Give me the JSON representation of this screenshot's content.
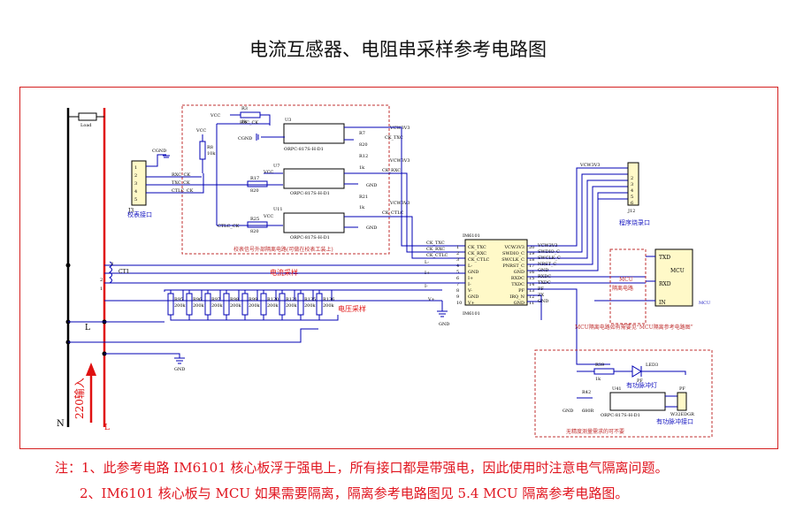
{
  "title": "电流互感器、电阻串采样参考电路图",
  "notes": [
    "注：1、此参考电路 IM6101 核心板浮于强电上，所有接口都是带强电，因此使用时注意电气隔离问题。",
    "2、IM6101 核心板与 MCU 如果需要隔离，隔离参考电路图见 5.4 MCU 隔离参考电路图。"
  ],
  "labels": {
    "load": "Load",
    "J3": "J3",
    "J3_name": "校表接口",
    "cgnd": "CGND",
    "vcc": "VCC",
    "R8": "R8",
    "R8_val": "10k",
    "R3": "R3",
    "R3_val": "1k",
    "U3": "U3",
    "U7": "U7",
    "U11": "U11",
    "opto": "ORPC-817S-H-D1",
    "R7": "R7",
    "R7_val": "820",
    "R12": "R12",
    "R12_val": "1k",
    "R17": "R17",
    "R17_val": "820",
    "R21": "R21",
    "R21_val": "1k",
    "R25": "R25",
    "R25_val": "820",
    "vcw3v3": "VCW3V3",
    "gnd": "GND",
    "ck_txc": "CK_TXC",
    "ck_rxc": "CK_RXC",
    "ck_ctlc": "CK_CTLC",
    "rxc_ck": "RXC_CK",
    "txc_ck": "TXC_CK",
    "ctlc_ck": "CTLC_CK",
    "isolation_box": "校表信号外部隔离电路(可做在校表工装上)",
    "im6101": "IM6101",
    "pins_left": [
      "CK_TXC",
      "CK_RXC",
      "CK_CTLC",
      "L-",
      "GND",
      "I+",
      "I-",
      "V-",
      "GND",
      "V+"
    ],
    "pins_left_num": [
      "1",
      "2",
      "3",
      "4",
      "5",
      "6",
      "7",
      "8",
      "9",
      "10"
    ],
    "pins_right": [
      "VCW3V3",
      "SWDIO_C",
      "SWCLK_C",
      "PNRST_C",
      "GND",
      "RXDC",
      "TXDC",
      "PF",
      "IRQ_N",
      "GND"
    ],
    "pins_right_num": [
      "20",
      "19",
      "18",
      "17",
      "16",
      "15",
      "14",
      "13",
      "12",
      "11"
    ],
    "nets_right": [
      "VCW3V3",
      "SWDIO_C",
      "SWCLK_C",
      "NRST_C",
      "GND",
      "RXDC",
      "TXDC",
      "PF",
      "ZX",
      "GND"
    ],
    "ct": "CT1",
    "current_sample": "电流采样",
    "voltage_sample": "电压采样",
    "resistors": [
      "R95",
      "R96",
      "R97",
      "R98",
      "R99",
      "R120",
      "R121",
      "R135",
      "R136"
    ],
    "res_val": "200k",
    "L": "L",
    "N": "N",
    "input_220": "220输入",
    "J12": "J12",
    "J12_name": "程序烧录口",
    "mcu": "MCU",
    "txd": "TXD",
    "rxd": "RXD",
    "in": "IN",
    "mcu_iso": "MCU\n隔离电路",
    "mcu_iso_note": "MCU隔离电路如有需要见“MCU隔离参考电路图”",
    "R39": "R39",
    "R39_val": "1k",
    "LED3": "LED3",
    "led_label": "有功脉冲灯",
    "R42": "R42",
    "R42_val": "680R",
    "U41": "U41",
    "pf": "PF",
    "pulse_port": "W32EDGR",
    "pulse_label": "有功脉冲接口",
    "pulse_note": "无精度测量需求的可不要",
    "gnd_d": "GND"
  },
  "colors": {
    "frame": "#d42020",
    "wire": "#0000b4",
    "red_line": "#e01010",
    "note": "#e0141e",
    "dashed": "#c03030"
  }
}
